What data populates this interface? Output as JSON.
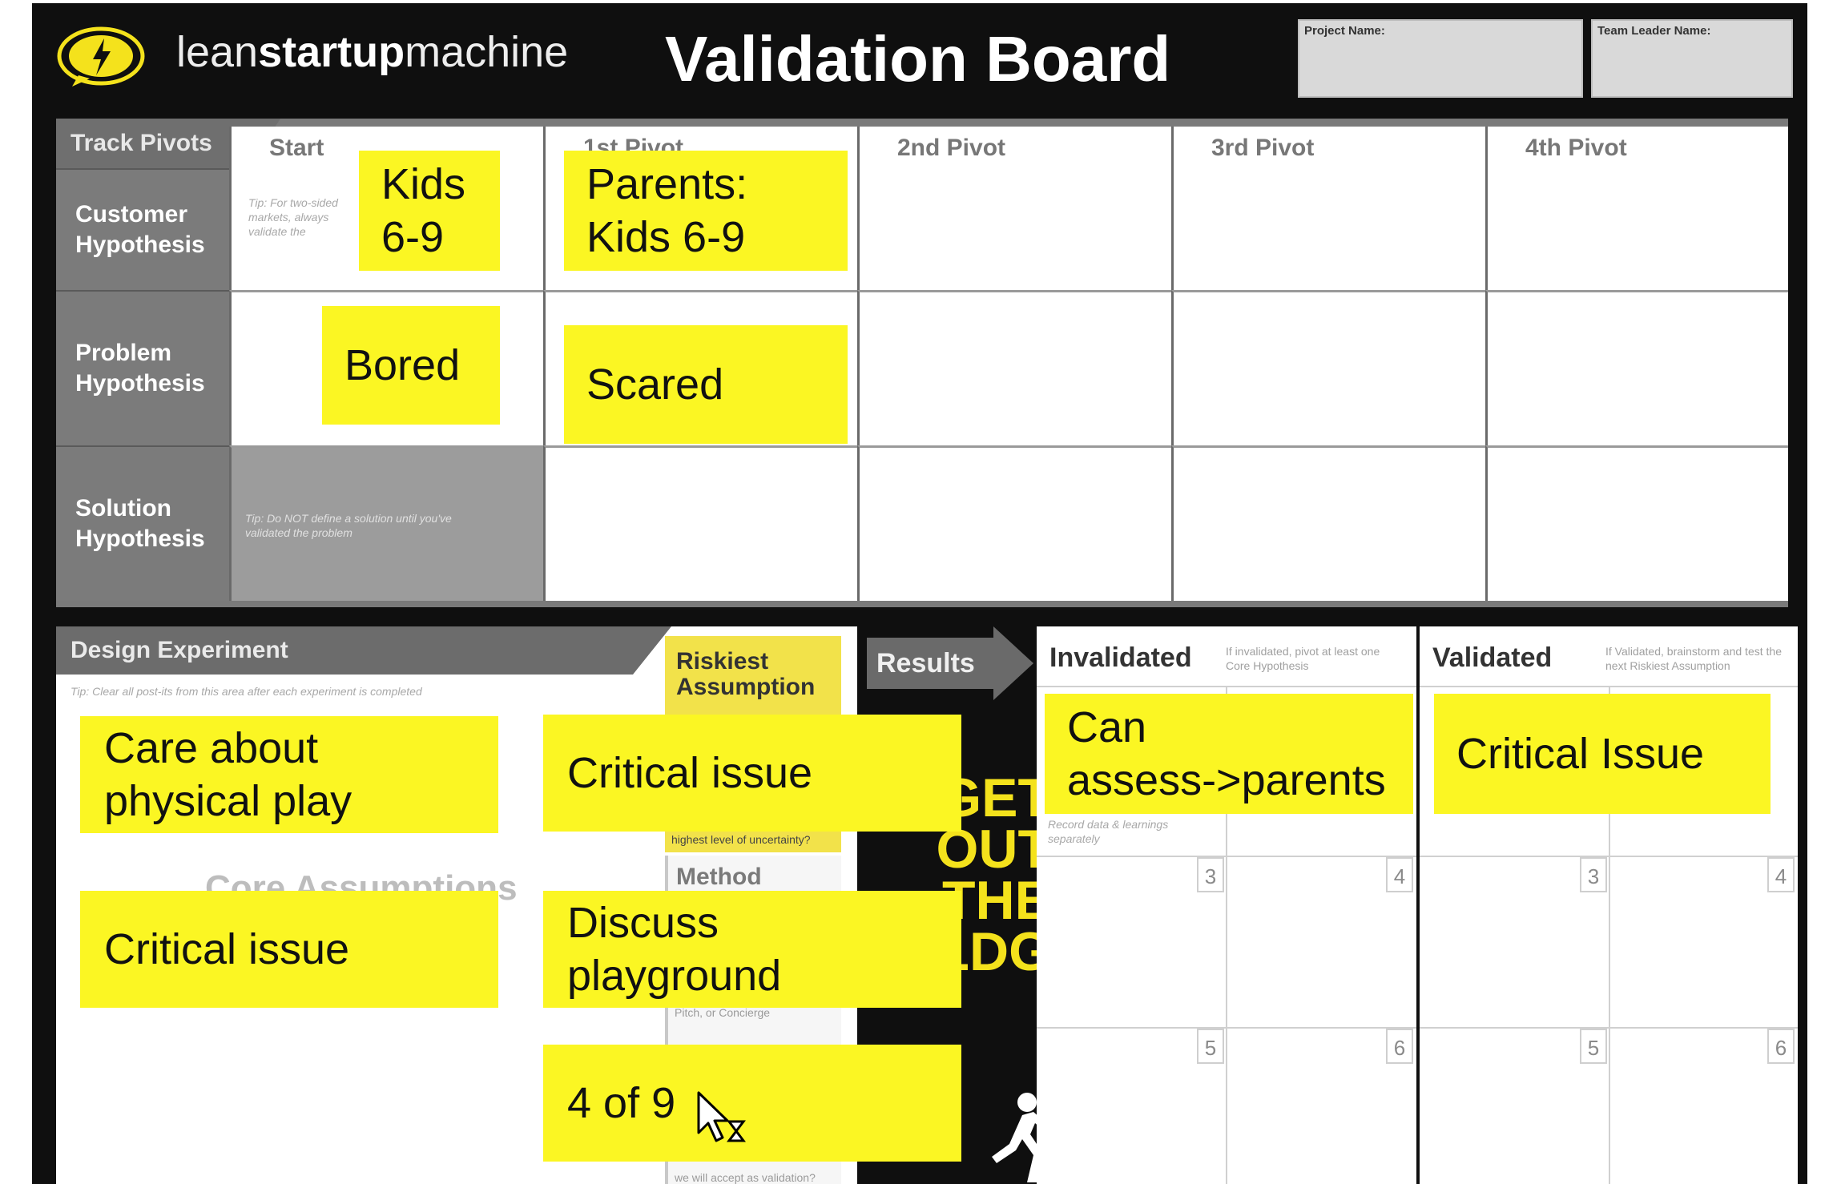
{
  "header": {
    "brand_light1": "lean",
    "brand_bold": "startup",
    "brand_light2": "machine",
    "title": "Validation Board",
    "project_name_label": "Project Name:",
    "team_leader_label": "Team Leader Name:"
  },
  "pivots": {
    "tab": "Track Pivots",
    "columns": [
      "Start",
      "1st Pivot",
      "2nd Pivot",
      "3rd Pivot",
      "4th Pivot"
    ],
    "rows": [
      "Customer\nHypothesis",
      "Problem\nHypothesis",
      "Solution\nHypothesis"
    ],
    "tip_customer": "Tip: For two-sided markets, always validate the",
    "tip_solution": "Tip: Do NOT define a solution until you've validated the problem"
  },
  "design": {
    "tab": "Design Experiment",
    "tip": "Tip: Clear all post-its from this area after each experiment is completed",
    "core_assumptions_ghost": "Core Assumptions",
    "riskiest_label": "Riskiest\nAssumption",
    "riskiest_question": "highest level of uncertainty?",
    "method_label": "Method",
    "method_hint": "Pitch, or Concierge",
    "criterion_hint": "we will accept as validation?"
  },
  "results": {
    "label": "Results",
    "get_out": "GET\nOUT\nTHE\nBLDG"
  },
  "outcomes": {
    "invalidated": "Invalidated",
    "invalidated_tip": "If invalidated, pivot at least one Core Hypothesis",
    "validated": "Validated",
    "validated_tip": "If Validated, brainstorm and test the next Riskiest Assumption",
    "record_hint": "Record data & learnings separately",
    "slot_numbers": [
      "3",
      "4",
      "5",
      "6"
    ]
  },
  "stickies": {
    "kids": "Kids\n6-9",
    "parents": "Parents:\nKids 6-9",
    "bored": "Bored",
    "scared": "Scared",
    "care": "Care about\nphysical play",
    "critical_left": "Critical issue",
    "critical_mid": "Critical issue",
    "discuss": "Discuss\nplayground",
    "progress": "4 of 9",
    "can_assess": "Can\nassess->parents",
    "critical_validated": "Critical Issue"
  },
  "colors": {
    "board": "#0f0f0f",
    "sticky": "#fbf623",
    "brand_accent": "#f4e21c"
  }
}
